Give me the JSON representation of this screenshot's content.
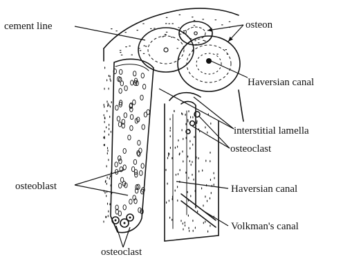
{
  "labels": {
    "cement_line": "cement line",
    "osteon": "osteon",
    "haversian_canal_top": "Haversian canal",
    "interstitial_lamella": "interstitial lamella",
    "osteoclast_right": "osteoclast",
    "osteoblast": "osteoblast",
    "haversian_canal_mid": "Haversian canal",
    "volkmans_canal": "Volkman's canal",
    "osteoclast_bottom": "osteoclast"
  }
}
